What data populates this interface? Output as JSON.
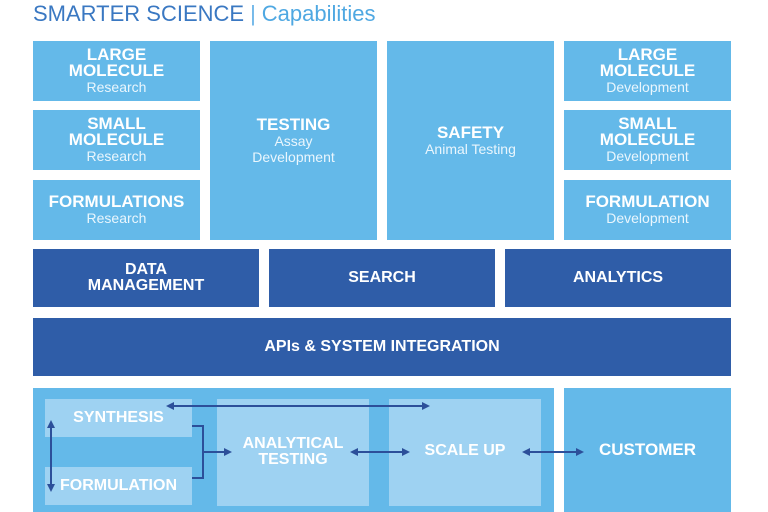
{
  "header": {
    "title": "SMARTER SCIENCE",
    "separator": "|",
    "subtitle": "Capabilities"
  },
  "left_column": [
    {
      "heading": [
        "LARGE",
        "MOLECULE"
      ],
      "desc": [
        "Research"
      ]
    },
    {
      "heading": [
        "SMALL",
        "MOLECULE"
      ],
      "desc": [
        "Research"
      ]
    },
    {
      "heading": [
        "FORMULATIONS"
      ],
      "desc": [
        "Research"
      ]
    }
  ],
  "center_columns": [
    {
      "heading": [
        "TESTING"
      ],
      "desc": [
        "Assay",
        "Development"
      ]
    },
    {
      "heading": [
        "SAFETY"
      ],
      "desc": [
        "Animal Testing"
      ]
    }
  ],
  "right_column": [
    {
      "heading": [
        "LARGE",
        "MOLECULE"
      ],
      "desc": [
        "Development"
      ]
    },
    {
      "heading": [
        "SMALL",
        "MOLECULE"
      ],
      "desc": [
        "Development"
      ]
    },
    {
      "heading": [
        "FORMULATION"
      ],
      "desc": [
        "Development"
      ]
    }
  ],
  "services": [
    {
      "label": [
        "DATA",
        "MANAGEMENT"
      ]
    },
    {
      "label": [
        "SEARCH"
      ]
    },
    {
      "label": [
        "ANALYTICS"
      ]
    }
  ],
  "integration": {
    "label": "APIs & SYSTEM INTEGRATION"
  },
  "flow": {
    "synthesis": "SYNTHESIS",
    "formulation": "FORMULATION",
    "analytical_testing": [
      "ANALYTICAL",
      "TESTING"
    ],
    "scale_up": "SCALE UP",
    "customer": "CUSTOMER"
  },
  "colors": {
    "light_blue": "#64b9e9",
    "dark_blue": "#2f5da8",
    "pale_blue": "#9ed2f2",
    "title_blue": "#3a78c2",
    "arrow": "#2c4f9a"
  }
}
